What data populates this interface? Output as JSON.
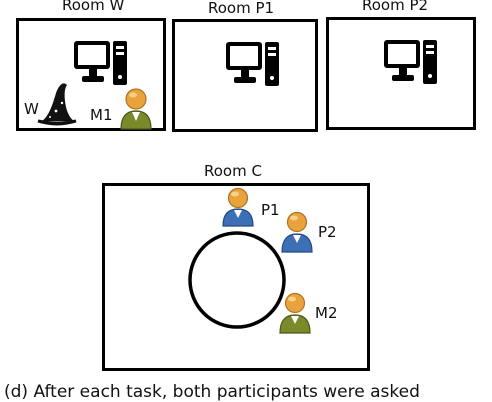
{
  "rooms": [
    {
      "label": "Room W"
    },
    {
      "label": "Room P1"
    },
    {
      "label": "Room P2"
    },
    {
      "label": "Room C"
    }
  ],
  "people": {
    "W": "W",
    "M1": "M1",
    "P1": "P1",
    "P2": "P2",
    "M2": "M2"
  },
  "caption": "(d) After each task, both participants were asked",
  "icons": [
    "computer-icon",
    "wizard-hat-icon",
    "person-icon",
    "table-icon"
  ],
  "colors": {
    "person_head": "#e8a33c",
    "person_body_olive": "#7a8a2a",
    "person_body_blue": "#3d6fb6",
    "outline": "#000000"
  }
}
